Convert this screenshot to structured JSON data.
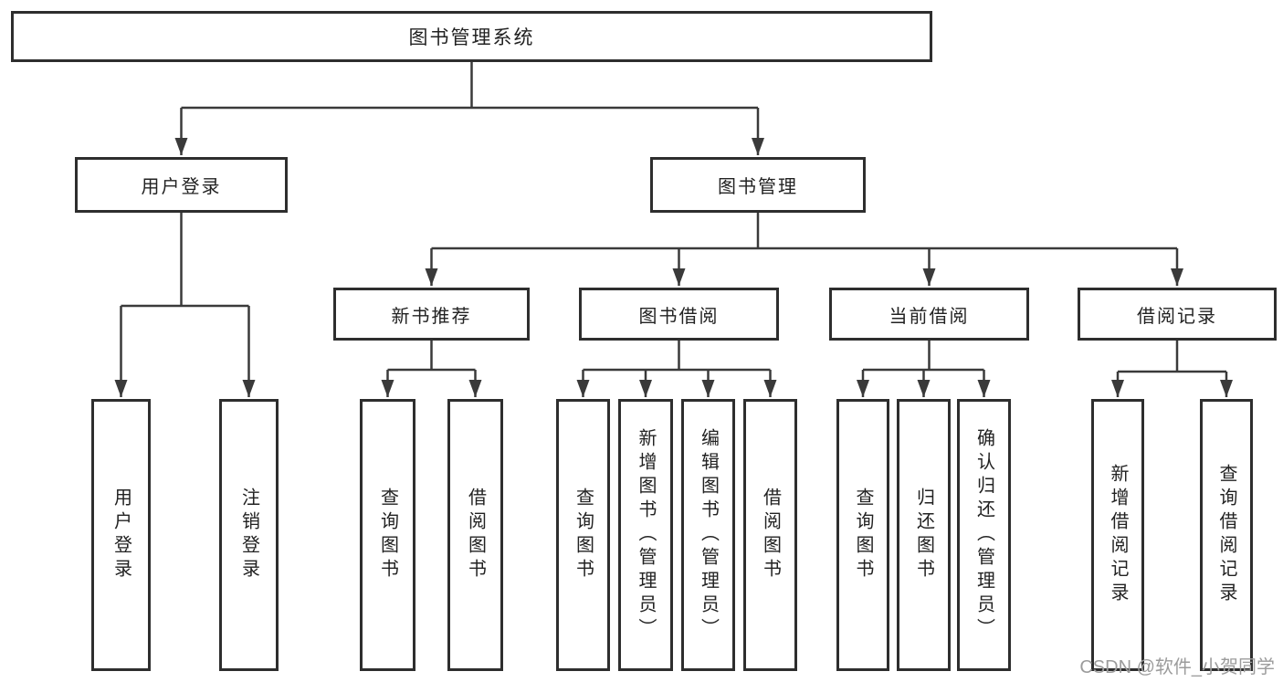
{
  "diagram": {
    "root": {
      "label": "图书管理系统"
    },
    "level2": [
      {
        "label": "用户登录"
      },
      {
        "label": "图书管理"
      }
    ],
    "level3": [
      {
        "label": "新书推荐"
      },
      {
        "label": "图书借阅"
      },
      {
        "label": "当前借阅"
      },
      {
        "label": "借阅记录"
      }
    ],
    "leaves": {
      "user_login": [
        {
          "label": "用户登录"
        },
        {
          "label": "注销登录"
        }
      ],
      "new_book": [
        {
          "label": "查询图书"
        },
        {
          "label": "借阅图书"
        }
      ],
      "book_borrow": [
        {
          "label": "查询图书"
        },
        {
          "label": "新增图书（管理员）"
        },
        {
          "label": "编辑图书（管理员）"
        },
        {
          "label": "借阅图书"
        }
      ],
      "current_borrow": [
        {
          "label": "查询图书"
        },
        {
          "label": "归还图书"
        },
        {
          "label": "确认归还（管理员）"
        }
      ],
      "borrow_records": [
        {
          "label": "新增借阅记录"
        },
        {
          "label": "查询借阅记录"
        }
      ]
    }
  },
  "watermark": {
    "text": "CSDN @软件_小贺同学"
  },
  "colors": {
    "line": "#3a3a3a",
    "box_border": "#2e2e2e",
    "text": "#222222",
    "watermark": "#9c9c9c",
    "background": "#ffffff"
  }
}
